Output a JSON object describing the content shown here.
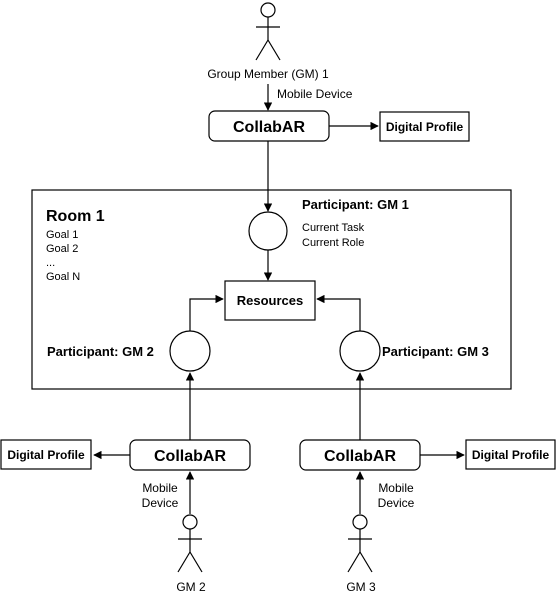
{
  "actors": {
    "gm1": "Group Member (GM) 1",
    "gm2": "GM 2",
    "gm3": "GM 3"
  },
  "edges": {
    "mobile_device_gm1": "Mobile Device",
    "mobile_gm2_line1": "Mobile",
    "mobile_gm2_line2": "Device",
    "mobile_gm3_line1": "Mobile",
    "mobile_gm3_line2": "Device"
  },
  "apps": {
    "top": "CollabAR",
    "left": "CollabAR",
    "right": "CollabAR"
  },
  "profiles": {
    "top": "Digital Profile",
    "left": "Digital Profile",
    "right": "Digital Profile"
  },
  "room": {
    "title": "Room 1",
    "goals": [
      "Goal 1",
      "Goal 2",
      "...",
      "Goal N"
    ],
    "resources": "Resources"
  },
  "participants": {
    "gm1": "Participant: GM 1",
    "gm1_task": "Current Task",
    "gm1_role": "Current Role",
    "gm2": "Participant: GM 2",
    "gm3": "Participant: GM 3"
  }
}
